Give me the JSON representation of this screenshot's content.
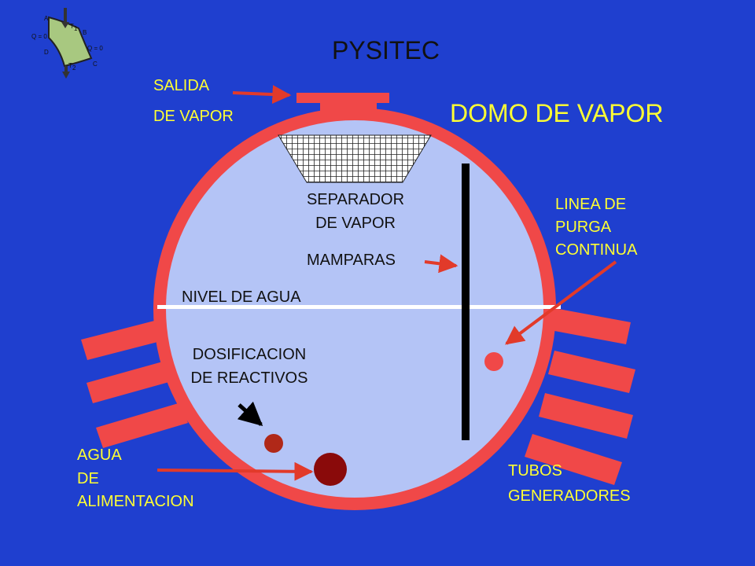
{
  "slide": {
    "title": "PYSITEC",
    "heading": "DOMO DE VAPOR"
  },
  "labels": {
    "salida_line1": "SALIDA",
    "salida_line2": "DE VAPOR",
    "separador_line1": "SEPARADOR",
    "separador_line2": "DE VAPOR",
    "mamparas": "MAMPARAS",
    "nivel_agua": "NIVEL DE AGUA",
    "dosificacion_line1": "DOSIFICACION",
    "dosificacion_line2": "DE REACTIVOS",
    "linea_line1": "LINEA DE",
    "linea_line2": "PURGA",
    "linea_line3": "CONTINUA",
    "agua_line1": "AGUA",
    "agua_line2": "DE",
    "agua_line3": "ALIMENTACION",
    "tubos_line1": "TUBOS",
    "tubos_line2": "GENERADORES"
  },
  "cycle_icon": {
    "corner_a": "A",
    "corner_b": "B",
    "corner_c": "C",
    "corner_d": "D",
    "q_left": "Q = 0",
    "q_right": "Q = 0",
    "t1": "T",
    "t1_sub": "1",
    "t2": "T",
    "t2_sub": "2"
  },
  "colors": {
    "background": "#1f3fcf",
    "drum_wall": "#f04848",
    "drum_interior": "#b4c4f6",
    "arrow": "#e23a2a",
    "label_yellow": "#ffff33",
    "baffle": "#000000",
    "feed_outlet": "#8a0a0a",
    "dosing_point": "#b02818",
    "purge_point": "#f04848"
  }
}
